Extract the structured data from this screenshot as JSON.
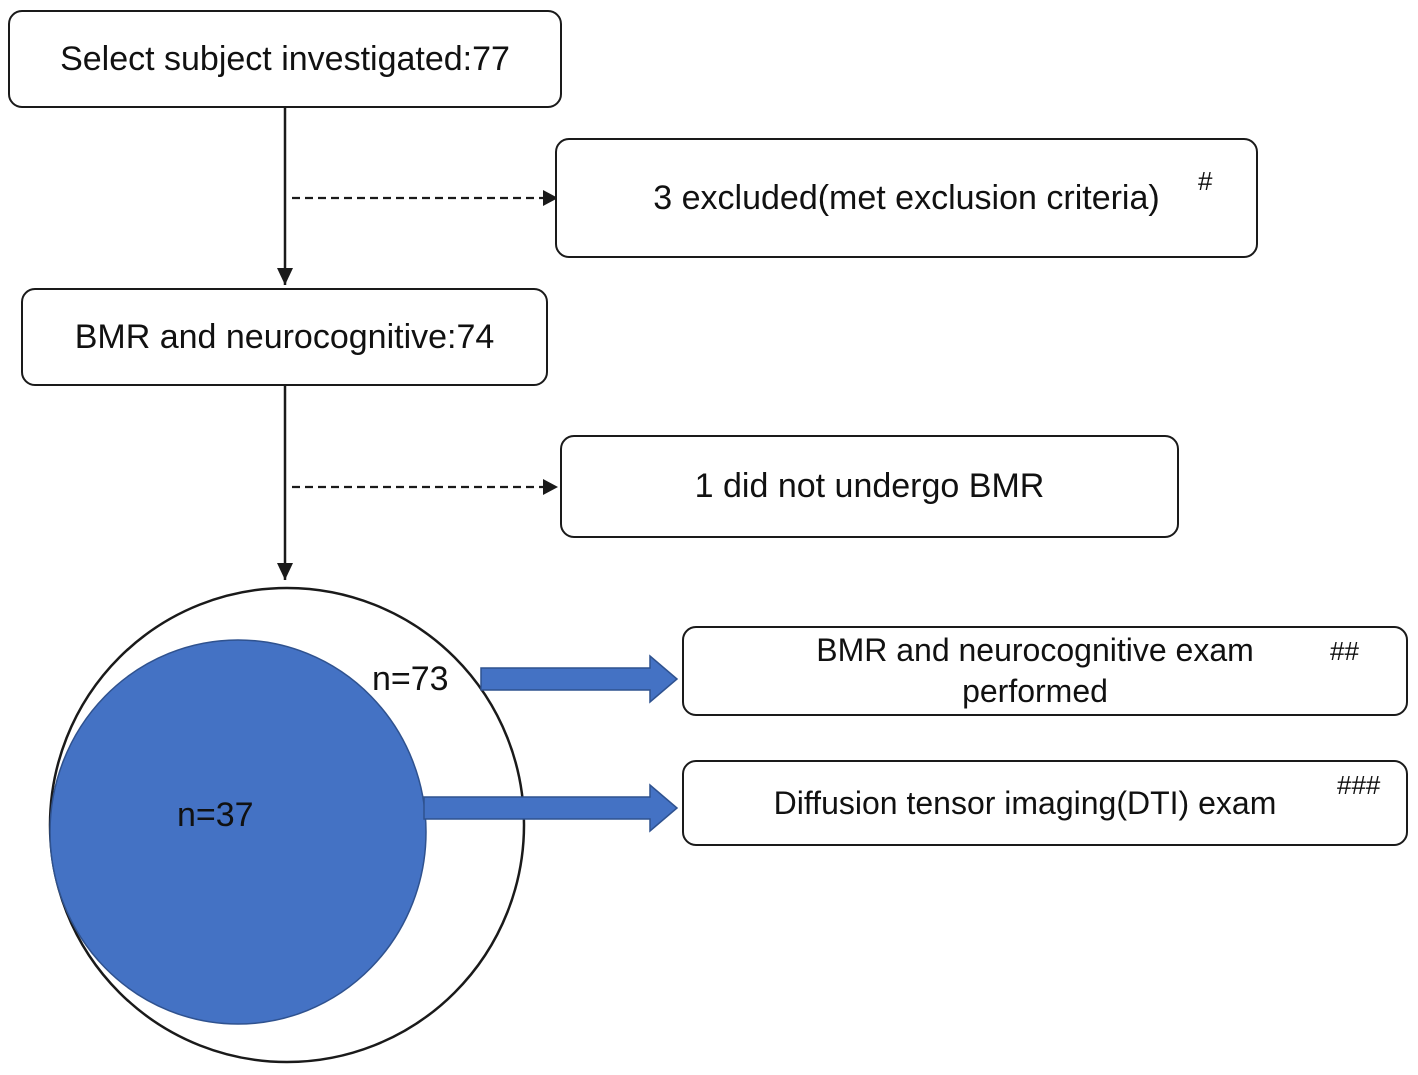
{
  "nodes": {
    "select_subject": "Select subject investigated:77",
    "excluded": "3 excluded(met exclusion criteria)",
    "excluded_mark": "#",
    "bmr_neuro": "BMR and neurocognitive:74",
    "no_bmr": "1 did not undergo BMR",
    "bmr_exam_line1": "BMR and neurocognitive exam",
    "bmr_exam_line2": "performed",
    "bmr_exam_mark": "##",
    "dti_exam": "Diffusion tensor imaging(DTI) exam",
    "dti_exam_mark": "###"
  },
  "groups": {
    "outer_count": "n=73",
    "inner_count": "n=37"
  },
  "colors": {
    "outline": "#1a1a1a",
    "inner_circle_fill": "#4472c4",
    "arrow_fill": "#4472c4",
    "arrow_stroke": "#2f528f"
  }
}
